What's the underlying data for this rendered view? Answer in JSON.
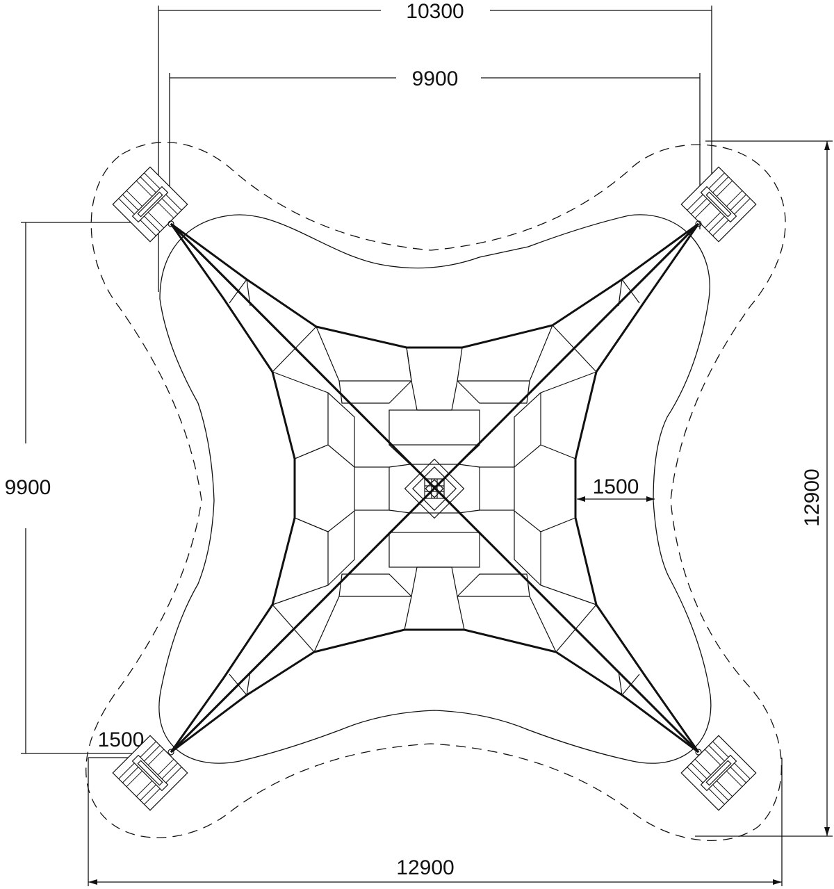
{
  "dimensions": {
    "top_outer": "10300",
    "top_inner": "9900",
    "left_vertical": "9900",
    "right_vertical": "12900",
    "bottom": "12900",
    "inner_gap": "1500",
    "corner_gap": "1500"
  }
}
